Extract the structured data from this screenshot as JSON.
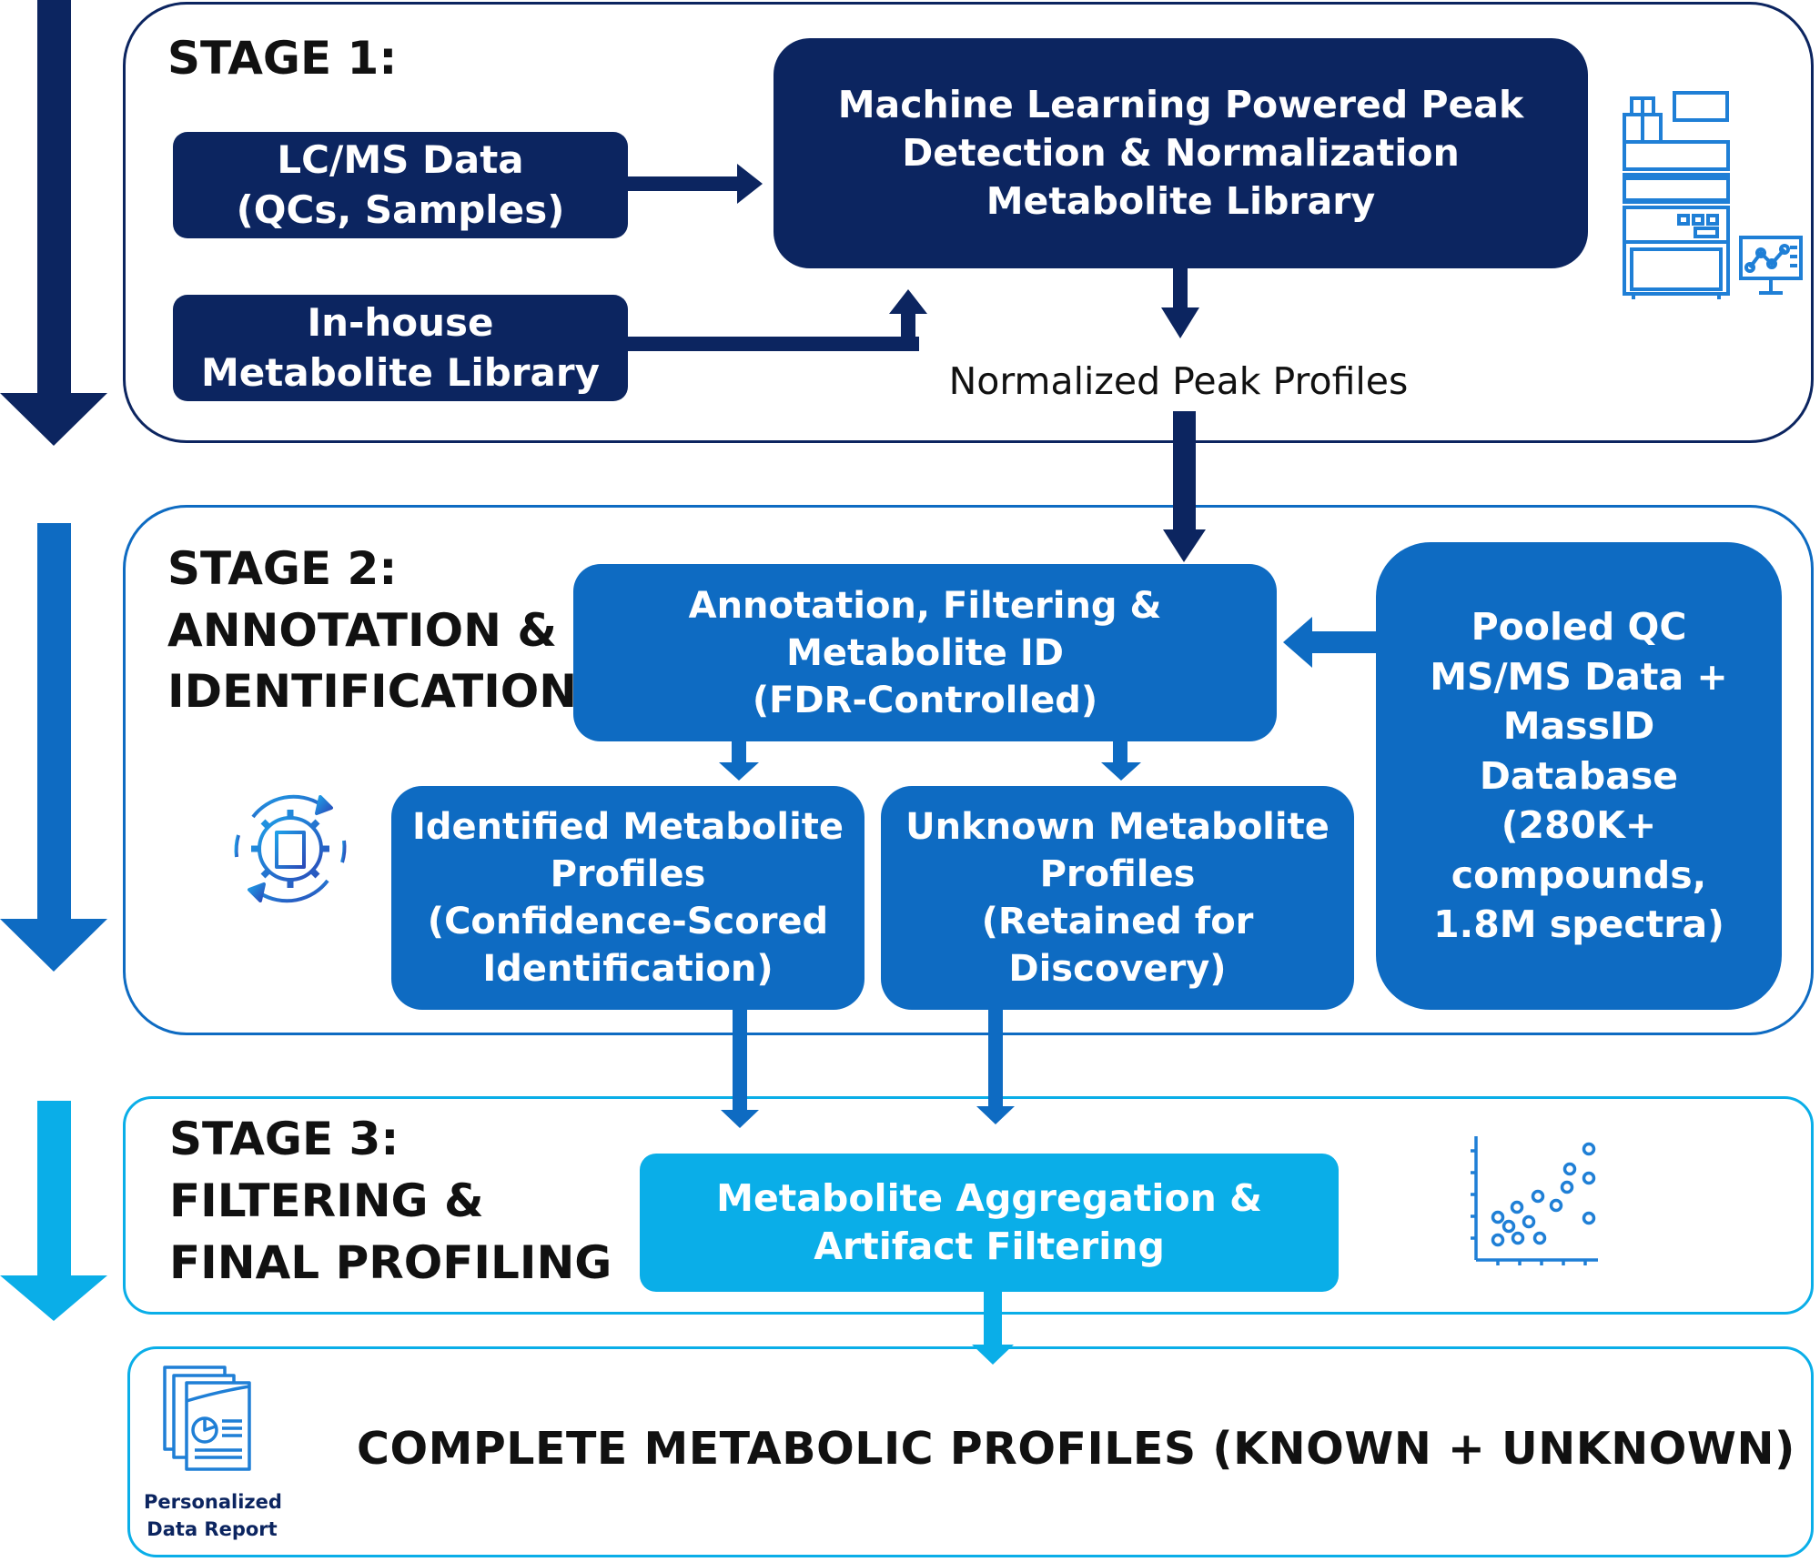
{
  "colors": {
    "stage1": "#0c2560",
    "stage2": "#0e6bc2",
    "stage3": "#0aaee8",
    "text_dark": "#111111",
    "icon_stroke": "#1f7fd6"
  },
  "stage1": {
    "title": "STAGE 1:",
    "lcms_box": [
      "LC/MS Data",
      "(QCs, Samples)"
    ],
    "library_box": [
      "In-house",
      "Metabolite Library"
    ],
    "ml_box": [
      "Machine Learning Powered Peak",
      "Detection & Normalization",
      "Metabolite Library"
    ],
    "output_label": "Normalized Peak Profiles",
    "icon": "lab-instrument-icon"
  },
  "stage2": {
    "title": [
      "STAGE 2:",
      "ANNOTATION &",
      "IDENTIFICATION"
    ],
    "annotation_box": [
      "Annotation, Filtering &",
      "Metabolite ID",
      "(FDR-Controlled)"
    ],
    "pooled_box": [
      "Pooled QC",
      "MS/MS Data +",
      "MassID",
      "Database",
      "(280K+",
      "compounds,",
      "1.8M spectra)"
    ],
    "identified_box": [
      "Identified Metabolite",
      "Profiles",
      "(Confidence-Scored",
      "Identification)"
    ],
    "unknown_box": [
      "Unknown Metabolite",
      "Profiles",
      "(Retained for",
      "Discovery)"
    ],
    "icon": "gear-document-cycle-icon"
  },
  "stage3": {
    "title": [
      "STAGE 3:",
      "FILTERING &",
      "FINAL PROFILING"
    ],
    "aggregation_box": [
      "Metabolite Aggregation &",
      "Artifact Filtering"
    ],
    "icon": "scatter-plot-icon"
  },
  "final": {
    "text": "COMPLETE METABOLIC PROFILES (KNOWN + UNKNOWN)",
    "icon": "data-report-icon",
    "icon_caption": [
      "Personalized",
      "Data Report"
    ]
  }
}
